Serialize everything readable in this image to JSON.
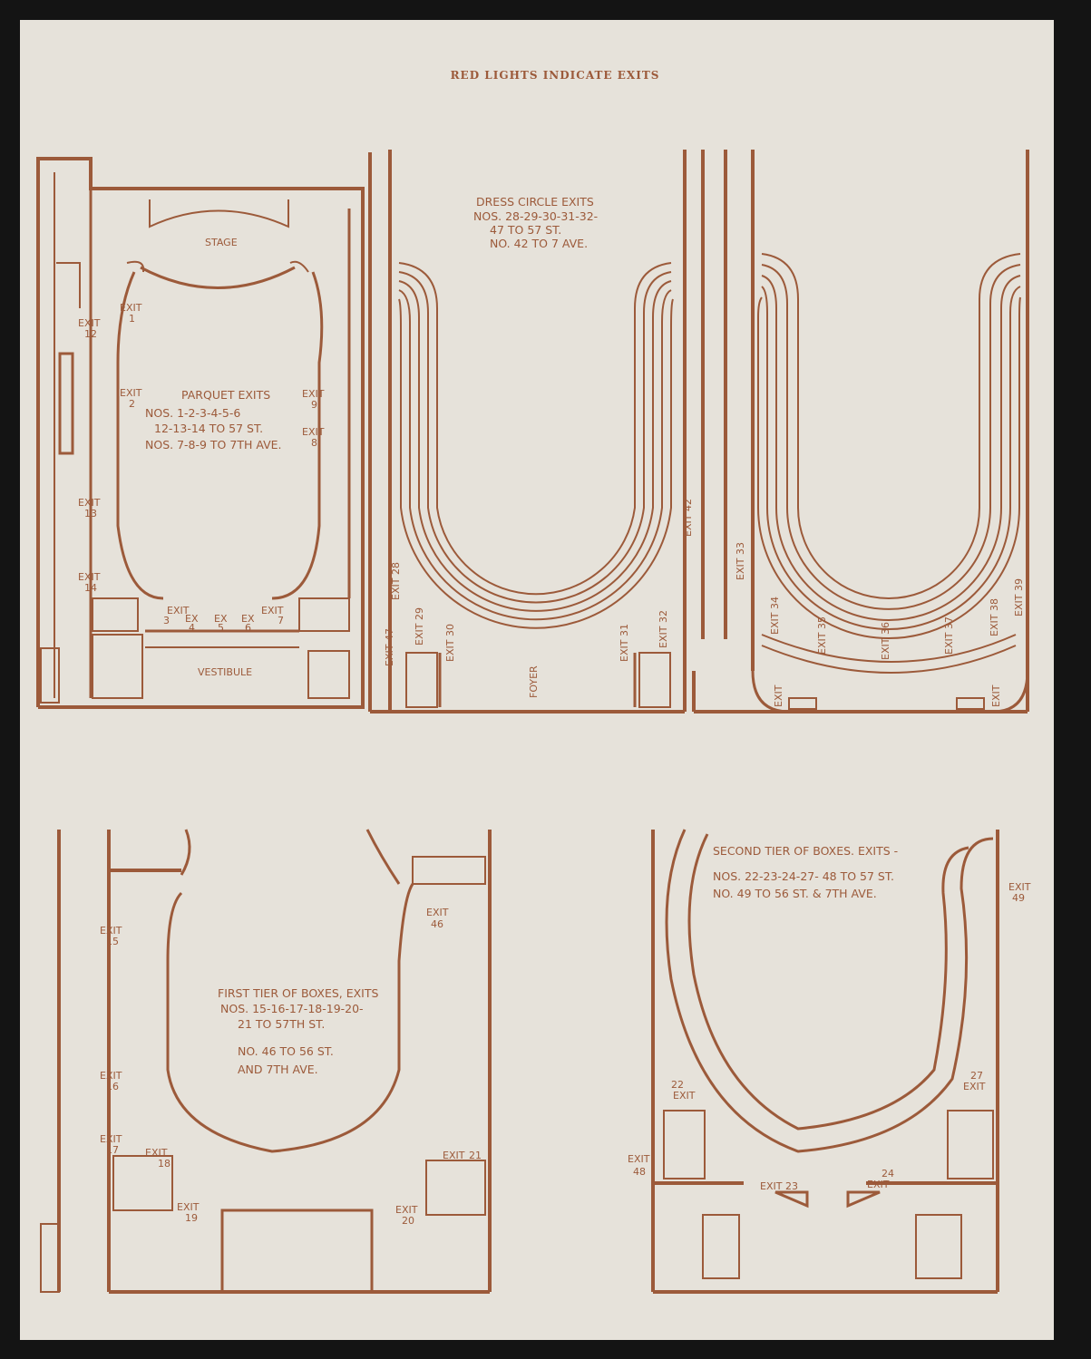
{
  "header": "RED LIGHTS INDICATE EXITS",
  "colors": {
    "ink": "#9c5a3a",
    "paper": "#e6e2da"
  },
  "parquet": {
    "stage": "STAGE",
    "vestibule": "VESTIBULE",
    "notes": [
      "PARQUET EXITS",
      "NOS. 1-2-3-4-5-6",
      "12-13-14 TO 57 ST.",
      "NOS. 7-8-9 TO 7TH AVE."
    ],
    "exits": [
      {
        "w": "EXIT",
        "n": "1"
      },
      {
        "w": "EXIT",
        "n": "2"
      },
      {
        "w": "EXIT",
        "n": "12"
      },
      {
        "w": "EXIT",
        "n": "13"
      },
      {
        "w": "EXIT",
        "n": "14"
      },
      {
        "w": "EXIT",
        "n": "9"
      },
      {
        "w": "EXIT",
        "n": "8"
      },
      {
        "w": "EXIT",
        "n": "3"
      },
      {
        "w": "EX",
        "n": "4"
      },
      {
        "w": "EX",
        "n": "5"
      },
      {
        "w": "EX",
        "n": "6"
      },
      {
        "w": "EXIT",
        "n": "7"
      }
    ]
  },
  "dress_circle": {
    "notes": [
      "DRESS CIRCLE EXITS",
      "NOS. 28-29-30-31-32-",
      "47 TO 57 ST.",
      "NO. 42 TO 7 AVE."
    ],
    "foyer": "FOYER",
    "exits": [
      "EXIT 28",
      "EXIT 47",
      "EXIT 29",
      "EXIT 30",
      "EXIT 31",
      "EXIT 32",
      "EXIT 42"
    ]
  },
  "balcony": {
    "exits": [
      "EXIT 33",
      "EXIT 34",
      "EXIT 35",
      "EXIT 36",
      "EXIT 37",
      "EXIT 38",
      "EXIT 39",
      "EXIT",
      "EXIT"
    ]
  },
  "first_tier": {
    "notes": [
      "FIRST TIER OF BOXES, EXITS",
      "NOS. 15-16-17-18-19-20-",
      "21 TO 57TH ST.",
      "NO. 46 TO 56 ST.",
      "AND 7TH AVE."
    ],
    "exits": [
      {
        "w": "EXIT",
        "n": "15"
      },
      {
        "w": "EXIT",
        "n": "16"
      },
      {
        "w": "EXIT",
        "n": "17"
      },
      {
        "w": "EXIT",
        "n": "18"
      },
      {
        "w": "EXIT",
        "n": "19"
      },
      {
        "w": "EXIT",
        "n": "20"
      },
      {
        "w": "EXIT",
        "n": "21"
      },
      {
        "w": "EXIT",
        "n": "46"
      }
    ]
  },
  "second_tier": {
    "notes": [
      "SECOND TIER OF BOXES. EXITS -",
      "NOS. 22-23-24-27- 48 TO 57 ST.",
      "NO. 49 TO 56 ST. & 7TH AVE."
    ],
    "exits": [
      {
        "w": "EXIT",
        "n": "49"
      },
      {
        "w": "22",
        "n": "EXIT"
      },
      {
        "w": "27",
        "n": "EXIT"
      },
      {
        "w": "EXIT",
        "n": "48"
      },
      {
        "w": "EXIT 23",
        "n": ""
      },
      {
        "w": "24",
        "n": "EXIT"
      }
    ]
  }
}
